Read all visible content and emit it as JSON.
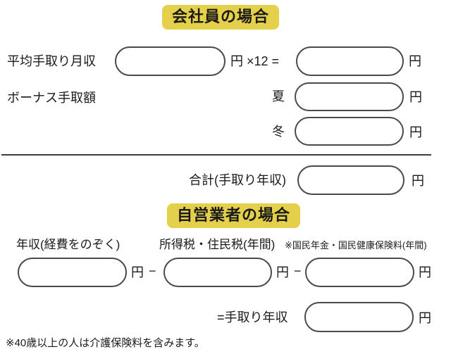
{
  "employee_section": {
    "title": "会社員の場合",
    "monthly_row": {
      "label": "平均手取り月収",
      "after_input": "円 ×12 =",
      "result_unit": "円"
    },
    "bonus_row": {
      "label": "ボーナス手取額",
      "summer": {
        "label": "夏",
        "unit": "円"
      },
      "winter": {
        "label": "冬",
        "unit": "円"
      }
    },
    "total_row": {
      "label": "合計(手取り年収)",
      "unit": "円"
    }
  },
  "self_employed_section": {
    "title": "自営業者の場合",
    "column_labels": {
      "income": "年収(経費をのぞく)",
      "tax": "所得税・住民税(年間)",
      "insurance": "※国民年金・国民健康保険料(年間)"
    },
    "formula_row": {
      "income_unit": "円",
      "minus1": "−",
      "tax_unit": "円",
      "minus2": "−",
      "insurance_unit": "円"
    },
    "result_row": {
      "label": "=手取り年収",
      "unit": "円"
    }
  },
  "footnote": "※40歳以上の人は介護保険料を含みます。",
  "inputs": {
    "monthly_net": {
      "value": "",
      "placeholder": ""
    },
    "annual_from_monthly": {
      "value": "",
      "placeholder": ""
    },
    "bonus_summer": {
      "value": "",
      "placeholder": ""
    },
    "bonus_winter": {
      "value": "",
      "placeholder": ""
    },
    "employee_total": {
      "value": "",
      "placeholder": ""
    },
    "se_income": {
      "value": "",
      "placeholder": ""
    },
    "se_tax": {
      "value": "",
      "placeholder": ""
    },
    "se_insurance": {
      "value": "",
      "placeholder": ""
    },
    "se_net": {
      "value": "",
      "placeholder": ""
    }
  },
  "colors": {
    "highlight_bg": "#e5d04c",
    "pill_border": "#4a4a4a",
    "divider": "#3f3f3f",
    "text": "#1a1a1a",
    "background": "#ffffff"
  }
}
